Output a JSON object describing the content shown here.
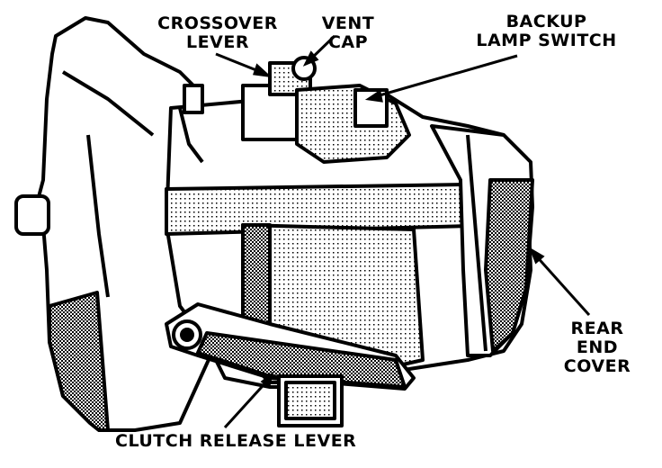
{
  "diagram": {
    "labels": {
      "crossover": [
        "CROSSOVER",
        "LEVER"
      ],
      "vent": [
        "VENT",
        "CAP"
      ],
      "backup": [
        "BACKUP",
        "LAMP SWITCH"
      ],
      "rear": [
        "REAR",
        "END",
        "COVER"
      ],
      "clutch": [
        "CLUTCH RELEASE LEVER"
      ]
    },
    "colors": {
      "ink": "#000000",
      "paper": "#ffffff"
    }
  }
}
